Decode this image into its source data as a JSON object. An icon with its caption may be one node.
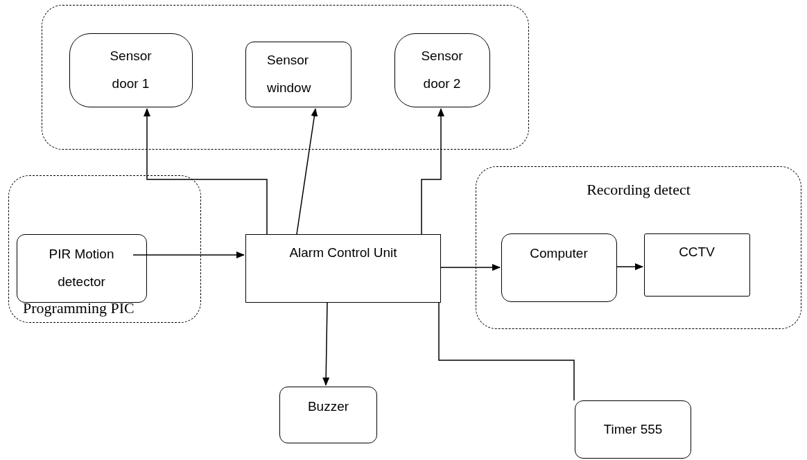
{
  "diagram": {
    "nodes": [
      {
        "text": [],
        "shape": "box"
      },
      {
        "text": [
          "Sensor door 1"
        ],
        "in": 0
      },
      {
        "text": [
          "Sensor window"
        ],
        "in": 0
      },
      {
        "text": [
          "Sensor door 2"
        ],
        "in": 0
      },
      {
        "text": [
          "Programming PIC"
        ]
      },
      {
        "text": [
          "PIR Motion detector"
        ],
        "in": 4
      },
      {
        "text": [
          "Alarm Control Unit"
        ]
      },
      {
        "text": [
          "Recording detect"
        ]
      },
      {
        "text": [
          "Computer"
        ],
        "in": 7
      },
      {
        "text": [
          "CCTV"
        ],
        "in": 7
      },
      {
        "text": [
          "Buzzer"
        ]
      },
      {
        "text": [
          "Timer 555"
        ]
      }
    ],
    "edges": [
      {
        "from": 6,
        "to": 1,
        "arrow": "to"
      },
      {
        "from": 6,
        "to": 2,
        "arrow": "to"
      },
      {
        "from": 6,
        "to": 3,
        "arrow": "to"
      },
      {
        "from": 5,
        "to": 6,
        "arrow": "to"
      },
      {
        "from": 6,
        "to": 8,
        "arrow": "to"
      },
      {
        "from": 8,
        "to": 9,
        "arrow": "to"
      },
      {
        "from": 6,
        "to": 10,
        "arrow": "to"
      },
      {
        "from": 6,
        "to": 11,
        "arrow": "none"
      }
    ]
  }
}
